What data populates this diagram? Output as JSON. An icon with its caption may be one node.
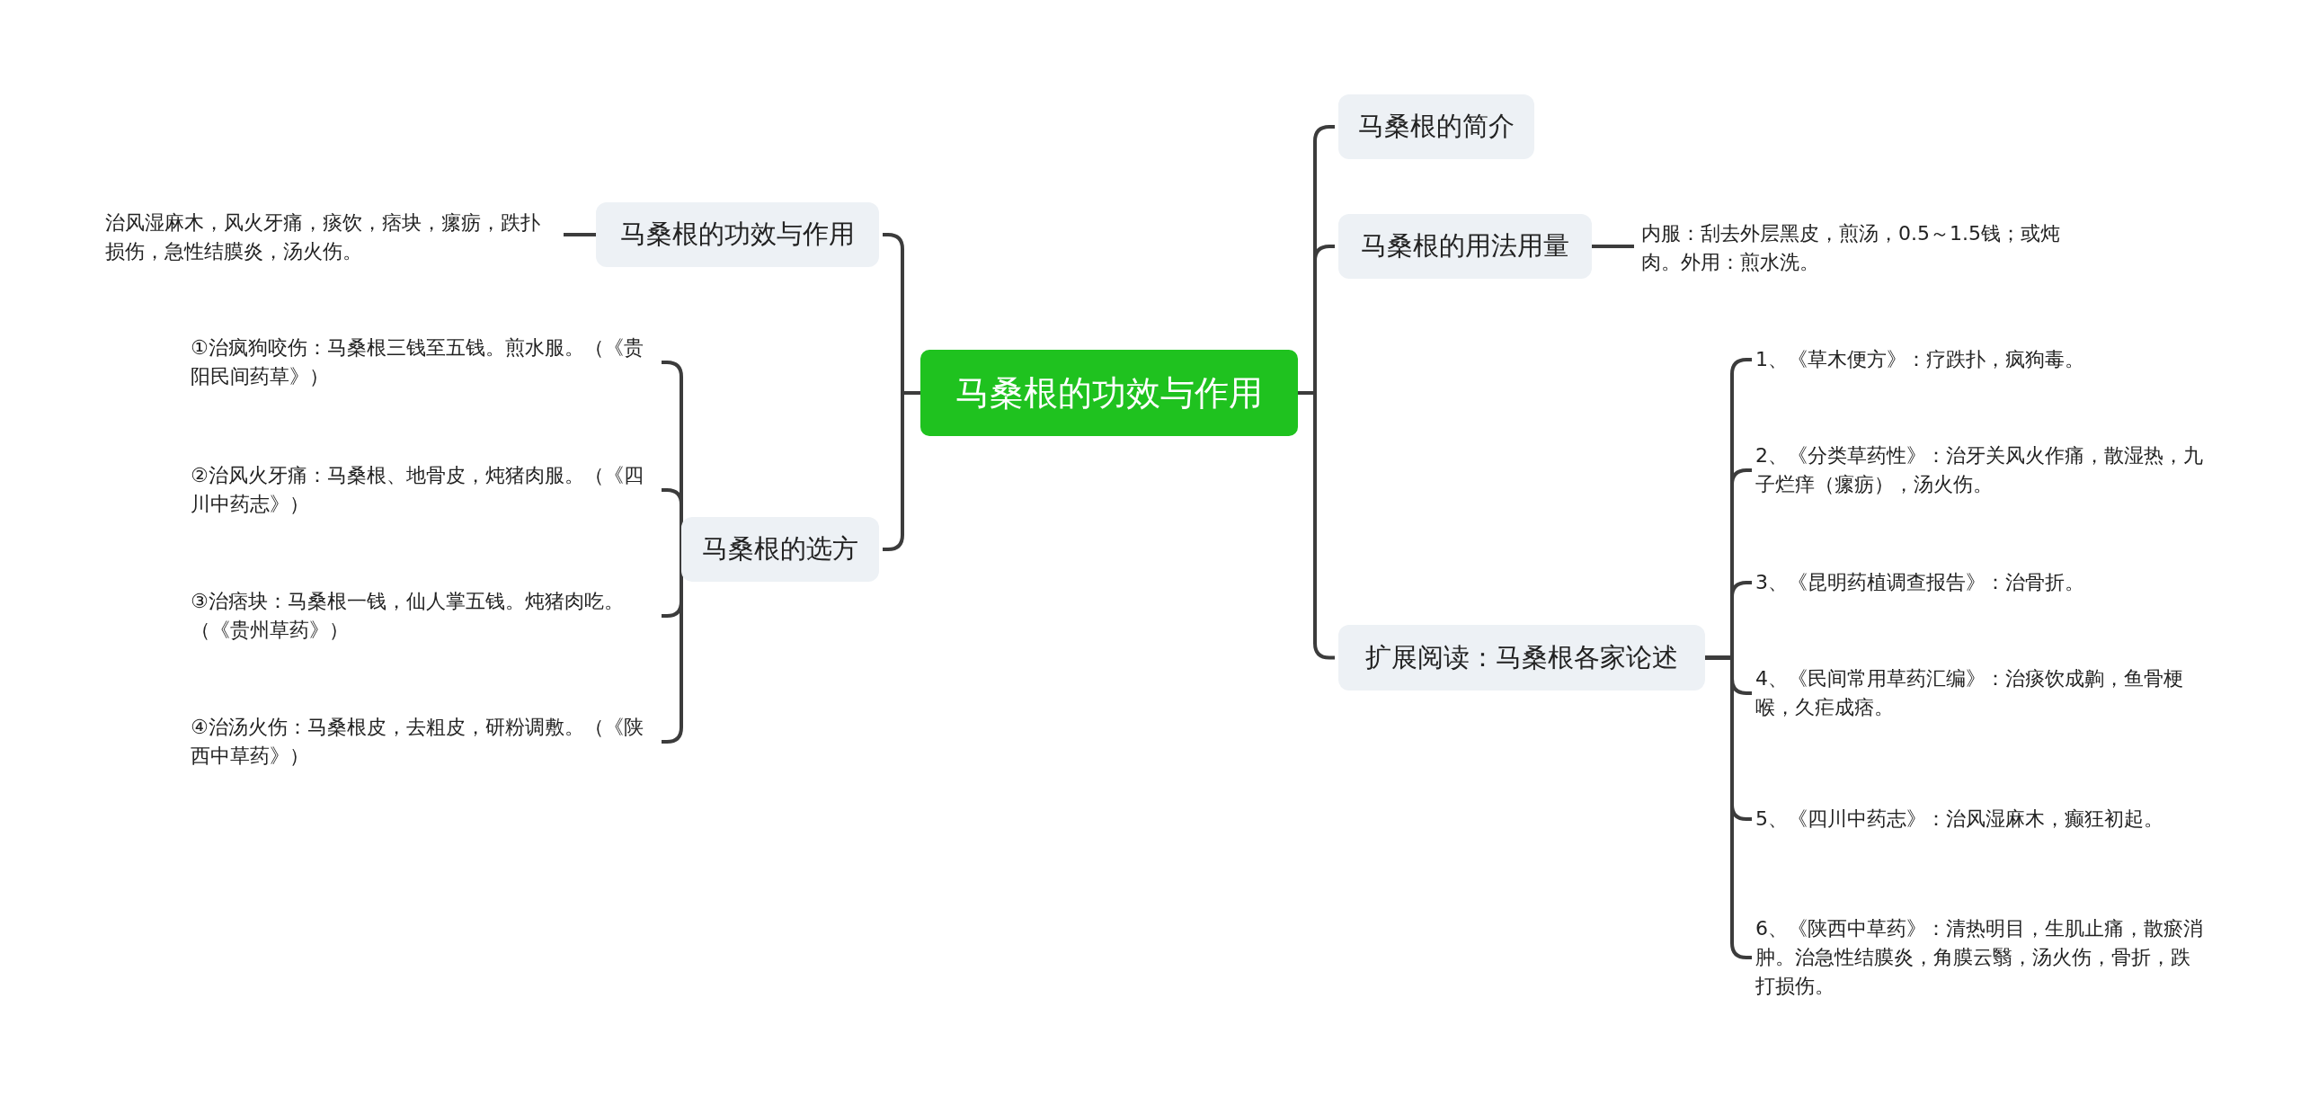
{
  "diagram": {
    "nodes": [
      {
        "text": [
          "马桑根的功效与作用"
        ]
      },
      {
        "text": [
          "马桑根的功效与作用"
        ]
      },
      {
        "text": [
          "治风湿麻木，风火牙痛，痰饮，痞块，瘰疬，跌扑损伤，急性结膜炎，汤火伤。"
        ]
      },
      {
        "text": [
          "马桑根的选方"
        ]
      },
      {
        "text": [
          "①治疯狗咬伤：马桑根三钱至五钱。煎水服。（《贵阳民间药草》）"
        ]
      },
      {
        "text": [
          "②治风火牙痛：马桑根、地骨皮，炖猪肉服。（《四川中药志》）"
        ]
      },
      {
        "text": [
          "③治痞块：马桑根一钱，仙人掌五钱。炖猪肉吃。（《贵州草药》）"
        ]
      },
      {
        "text": [
          "④治汤火伤：马桑根皮，去粗皮，研粉调敷。（《陕西中草药》）"
        ]
      },
      {
        "text": [
          "马桑根的简介"
        ]
      },
      {
        "text": [
          "马桑根的用法用量"
        ]
      },
      {
        "text": [
          "内服：刮去外层黑皮，煎汤，0.5～1.5钱；或炖肉。外用：煎水洗。"
        ]
      },
      {
        "text": [
          "扩展阅读：马桑根各家论述"
        ]
      },
      {
        "text": [
          "1、《草木便方》：疗跌扑，疯狗毒。"
        ]
      },
      {
        "text": [
          "2、《分类草药性》：治牙关风火作痛，散湿热，九子烂痒（瘰疬），汤火伤。"
        ]
      },
      {
        "text": [
          "3、《昆明药植调查报告》：治骨折。"
        ]
      },
      {
        "text": [
          "4、《民间常用草药汇编》：治痰饮成齁，鱼骨梗喉，久疟成痞。"
        ]
      },
      {
        "text": [
          "5、《四川中药志》：治风湿麻木，癫狂初起。"
        ]
      },
      {
        "text": [
          "6、《陕西中草药》：清热明目，生肌止痛，散瘀消肿。治急性结膜炎，角膜云翳，汤火伤，骨折，跌打损伤。"
        ]
      }
    ],
    "edges": [
      {
        "from": 0,
        "to": 1,
        "arrow": "none"
      },
      {
        "from": 1,
        "to": 2,
        "arrow": "none"
      },
      {
        "from": 0,
        "to": 3,
        "arrow": "none"
      },
      {
        "from": 3,
        "to": 4,
        "arrow": "none"
      },
      {
        "from": 3,
        "to": 5,
        "arrow": "none"
      },
      {
        "from": 3,
        "to": 6,
        "arrow": "none"
      },
      {
        "from": 3,
        "to": 7,
        "arrow": "none"
      },
      {
        "from": 0,
        "to": 8,
        "arrow": "none"
      },
      {
        "from": 0,
        "to": 9,
        "arrow": "none"
      },
      {
        "from": 9,
        "to": 10,
        "arrow": "none"
      },
      {
        "from": 0,
        "to": 11,
        "arrow": "none"
      },
      {
        "from": 11,
        "to": 12,
        "arrow": "none"
      },
      {
        "from": 11,
        "to": 13,
        "arrow": "none"
      },
      {
        "from": 11,
        "to": 14,
        "arrow": "none"
      },
      {
        "from": 11,
        "to": 15,
        "arrow": "none"
      },
      {
        "from": 11,
        "to": 16,
        "arrow": "none"
      },
      {
        "from": 11,
        "to": 17,
        "arrow": "none"
      }
    ]
  }
}
